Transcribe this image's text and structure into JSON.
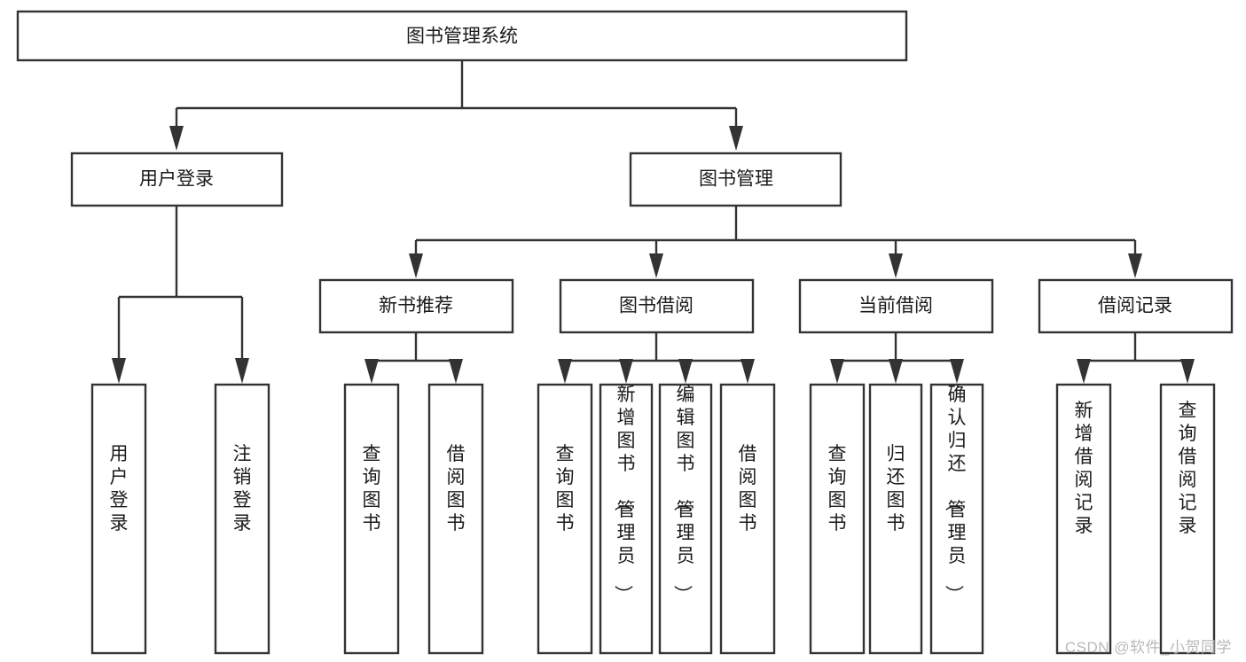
{
  "diagram": {
    "title": "图书管理系统",
    "type": "tree-hierarchy-chart",
    "root": {
      "id": "root",
      "label": "图书管理系统"
    },
    "level1": [
      {
        "id": "user-login",
        "label": "用户登录"
      },
      {
        "id": "book-management",
        "label": "图书管理"
      }
    ],
    "level2": [
      {
        "id": "new-book-recommend",
        "label": "新书推荐",
        "parent": "book-management"
      },
      {
        "id": "book-borrow",
        "label": "图书借阅",
        "parent": "book-management"
      },
      {
        "id": "current-borrow",
        "label": "当前借阅",
        "parent": "book-management"
      },
      {
        "id": "borrow-record",
        "label": "借阅记录",
        "parent": "book-management"
      }
    ],
    "leaves": [
      {
        "id": "leaf-user-login",
        "label": "用户登录",
        "parent": "user-login"
      },
      {
        "id": "leaf-logout-login",
        "label": "注销登录",
        "parent": "user-login"
      },
      {
        "id": "leaf-query-book-1",
        "label": "查询图书",
        "parent": "new-book-recommend"
      },
      {
        "id": "leaf-borrow-book-1",
        "label": "借阅图书",
        "parent": "new-book-recommend"
      },
      {
        "id": "leaf-query-book-2",
        "label": "查询图书",
        "parent": "book-borrow"
      },
      {
        "id": "leaf-add-book",
        "label": "新增图书（管理员）",
        "parent": "book-borrow"
      },
      {
        "id": "leaf-edit-book",
        "label": "编辑图书（管理员）",
        "parent": "book-borrow"
      },
      {
        "id": "leaf-borrow-book-2",
        "label": "借阅图书",
        "parent": "book-borrow"
      },
      {
        "id": "leaf-query-book-3",
        "label": "查询图书",
        "parent": "current-borrow"
      },
      {
        "id": "leaf-return-book",
        "label": "归还图书",
        "parent": "current-borrow"
      },
      {
        "id": "leaf-confirm-return",
        "label": "确认归还（管理员）",
        "parent": "current-borrow"
      },
      {
        "id": "leaf-add-record",
        "label": "新增借阅记录",
        "parent": "borrow-record"
      },
      {
        "id": "leaf-query-record",
        "label": "查询借阅记录",
        "parent": "borrow-record"
      }
    ],
    "colors": {
      "stroke": "#333333",
      "fill": "#ffffff",
      "text": "#1a1a1a",
      "watermark": "#b9b9b9"
    }
  },
  "watermark": {
    "text": "CSDN @软件_小贺同学"
  }
}
